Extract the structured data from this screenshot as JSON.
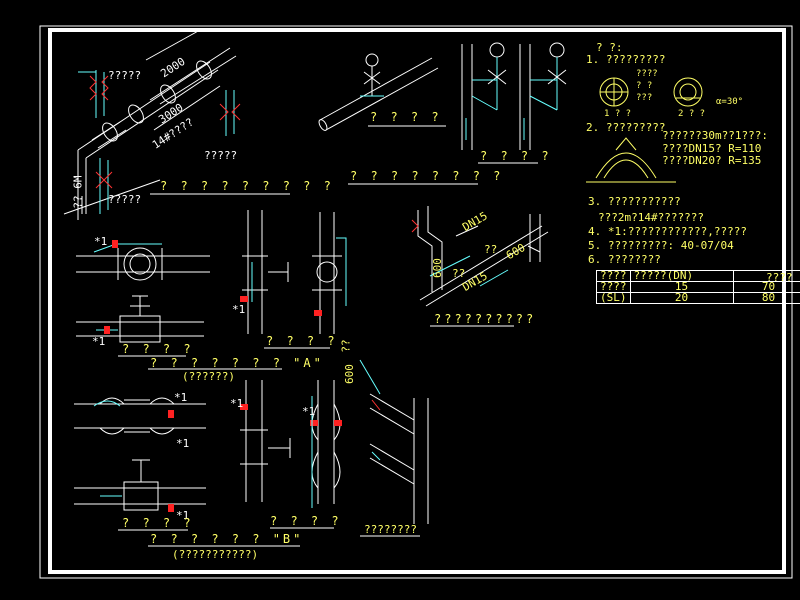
{
  "labels": {
    "group1_caption": "? ? ? ? ? ? ? ? ?",
    "group1_note1": "?????",
    "group1_note2": "?????",
    "group1_note3": "?????",
    "group1_height": "?? 6M",
    "group1_dim1": "2000",
    "group1_dim2": "3000",
    "group1_dim3": "14#????",
    "group2_caption": "? ? ? ?",
    "group3_caption": "? ? ? ? ? ? ? ?",
    "group4_caption1": "? ? ? ?",
    "group4_caption2": "? ? ? ? ? ? ? \"A\"",
    "group4_caption3": "(??????)",
    "group5_caption": "? ? ? ?",
    "group6_caption": "??????????",
    "group6_dn1": "DN15",
    "group6_dn2": "DN15",
    "group6_dim1": "600",
    "group6_dim2": "600",
    "group6_q1": "??",
    "group6_q2": "??",
    "group7_caption1": "? ? ? ?",
    "group7_caption2": "? ? ? ? ? ? \"B\"",
    "group7_caption3": "(???????????)",
    "group8_caption": "? ? ? ?",
    "group9_caption": "????????",
    "group9_dim": "600",
    "group9_q": "??",
    "star1": "*1",
    "alpha_label": "α=30°"
  },
  "notes": {
    "title": "? ?:",
    "n1": "1. ?????????",
    "n1_sub1": "????",
    "n1_sub2": "? ?",
    "n1_sub3": "???",
    "n1_left": "1 ? ?",
    "n1_right": "2 ? ?",
    "n2": "2. ?????????",
    "n2_a": "??????30m??1???:",
    "n2_b": "????DN15?    R=110",
    "n2_c": "????DN20?    R=135",
    "n3": "3. ???????????",
    "n3_a": "???2m?14#???????",
    "n4": "4. *1:????????????,?????",
    "n5": "5. ?????????: 40-07/04",
    "n6": "6. ????????"
  },
  "table": {
    "side_label": "????",
    "header": [
      "????",
      "?????(DN)",
      ""
    ],
    "rows": [
      [
        "????",
        "15",
        "70"
      ],
      [
        "(SL)",
        "20",
        "80"
      ]
    ]
  }
}
